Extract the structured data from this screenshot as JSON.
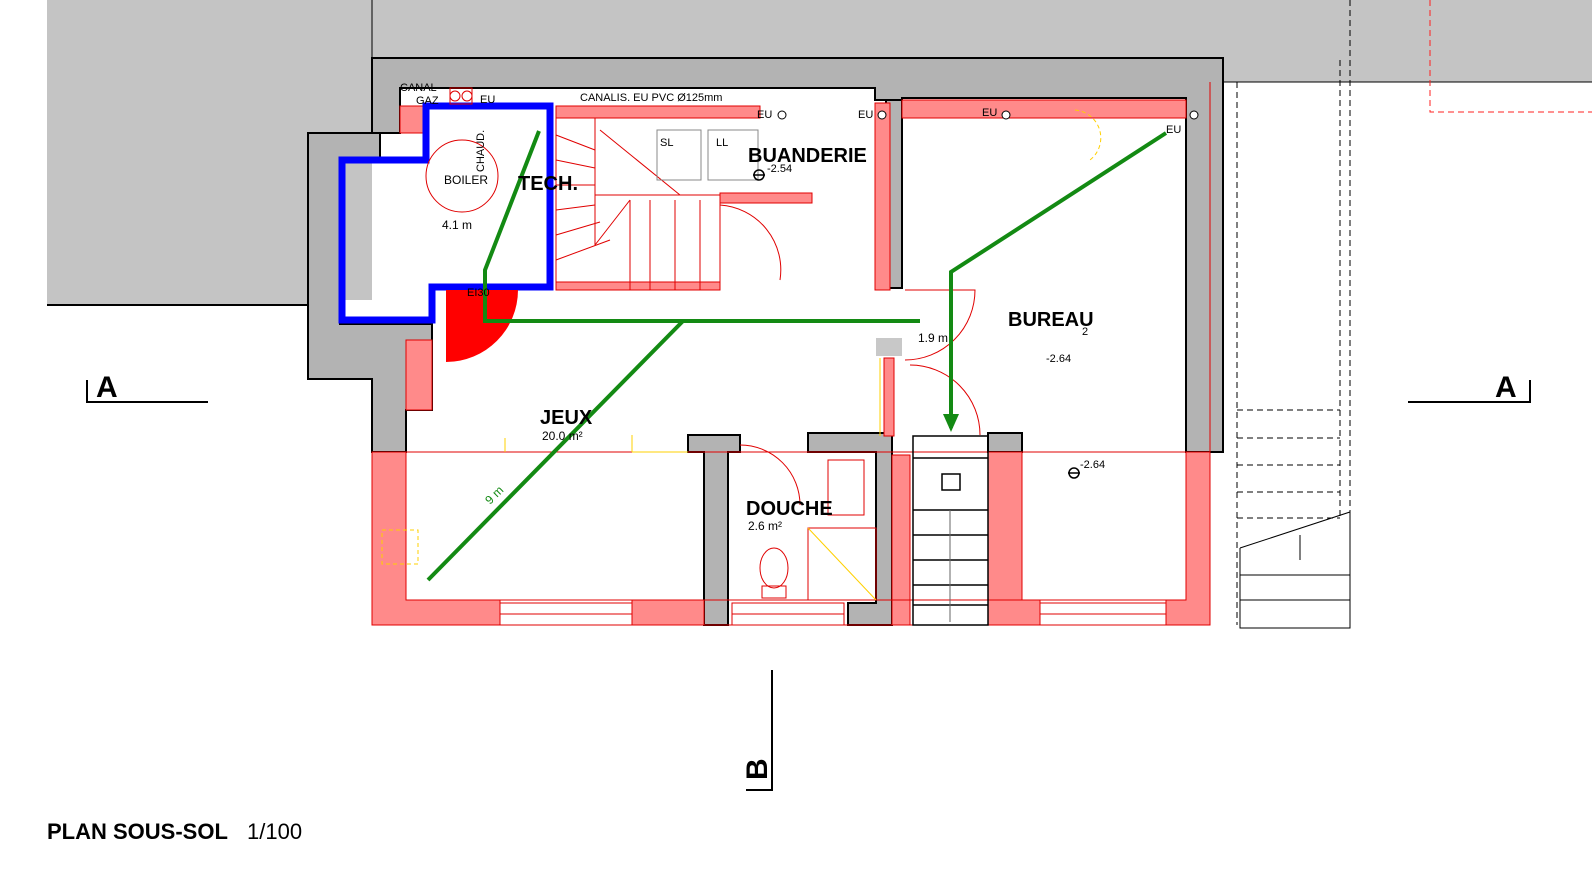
{
  "title": "PLAN SOUS-SOL",
  "scale": "1/100",
  "sections": {
    "a_left": "A",
    "a_right": "A",
    "b": "B"
  },
  "rooms": {
    "tech": "TECH.",
    "buanderie": "BUANDERIE",
    "bureau": "BUREAU",
    "bureau_sub": "2",
    "jeux": "JEUX",
    "jeux_area": "20.0 m²",
    "douche": "DOUCHE",
    "douche_area": "2.6 m²"
  },
  "equipment": {
    "boiler": "BOILER",
    "chaud": "CHAUD.",
    "sl": "SL",
    "ll": "LL",
    "canal": "CANAL",
    "gaz": "GAZ",
    "canalis": "CANALIS. EU PVC Ø125mm",
    "eu": "EU",
    "ei30": "EI30"
  },
  "levels": {
    "buanderie": "-2.54",
    "bureau": "-2.64",
    "bureau_lower": "-2.64"
  },
  "distances": {
    "tech": "4.1 m",
    "corridor": "1.9 m",
    "diagonal": "9 m"
  },
  "colors": {
    "wall_existing": "#b3b3b3",
    "wall_new": "#ff8080",
    "escape_route": "#138a13",
    "tech_room_outline": "#0000ff",
    "fire_door": "#ff0000"
  }
}
